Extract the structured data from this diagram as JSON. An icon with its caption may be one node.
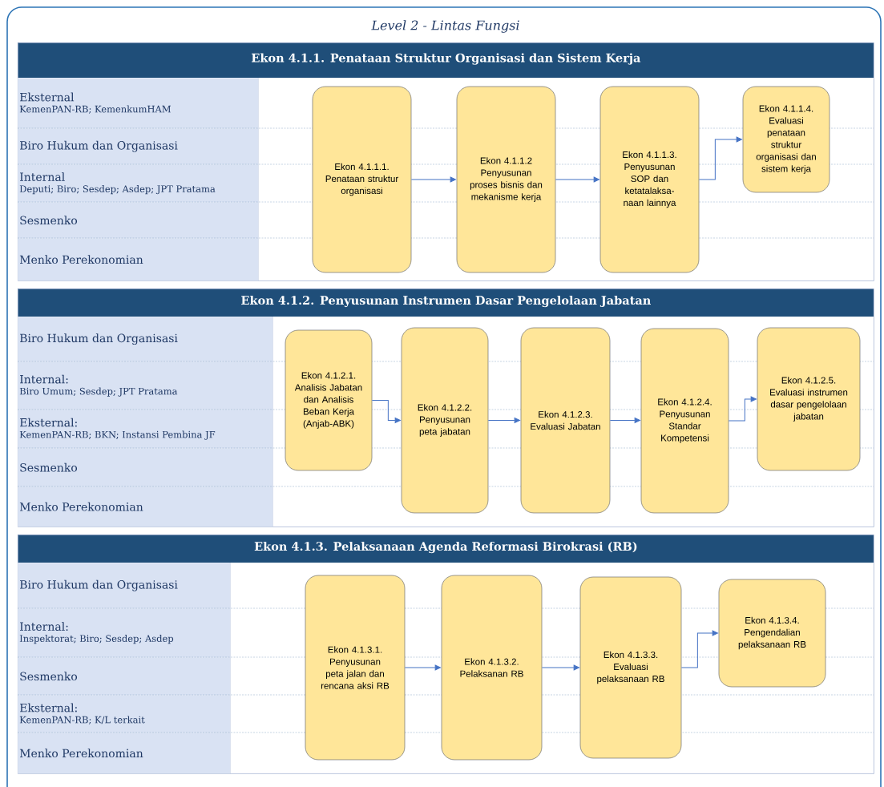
{
  "diagram": {
    "title": "Level 2 - Lintas Fungsi",
    "nodes": [
      {
        "text": [
          "Ekon 4.1.1. Penataan Struktur Organisasi dan Sistem Kerja"
        ]
      },
      {
        "text": [
          "Eksternal",
          "KemenPAN-RB; KemenkumHAM"
        ],
        "in": 0
      },
      {
        "text": [
          "Biro Hukum dan Organisasi"
        ],
        "in": 0
      },
      {
        "text": [
          "Internal",
          "Deputi; Biro; Sesdep; Asdep; JPT Pratama"
        ],
        "in": 0
      },
      {
        "text": [
          "Sesmenko"
        ],
        "in": 0
      },
      {
        "text": [
          "Menko Perekonomian"
        ],
        "in": 0
      },
      {
        "text": [
          "Ekon 4.1.1.1. Penataan struktur organisasi"
        ],
        "in": 0
      },
      {
        "text": [
          "Ekon 4.1.1.2 Penyusunan proses bisnis dan mekanisme kerja"
        ],
        "in": 0
      },
      {
        "text": [
          "Ekon 4.1.1.3. Penyusunan SOP dan ketatalaksa-naan lainnya"
        ],
        "in": 0
      },
      {
        "text": [
          "Ekon 4.1.1.4. Evaluasi penataan struktur organisasi dan sistem kerja"
        ],
        "in": 0
      },
      {
        "text": [
          "Ekon 4.1.2. Penyusunan Instrumen Dasar Pengelolaan Jabatan"
        ]
      },
      {
        "text": [
          "Biro Hukum dan Organisasi"
        ],
        "in": 10
      },
      {
        "text": [
          "Internal:",
          "Biro Umum; Sesdep; JPT Pratama"
        ],
        "in": 10
      },
      {
        "text": [
          "Eksternal:",
          "KemenPAN-RB; BKN; Instansi Pembina JF"
        ],
        "in": 10
      },
      {
        "text": [
          "Sesmenko"
        ],
        "in": 10
      },
      {
        "text": [
          "Menko Perekonomian"
        ],
        "in": 10
      },
      {
        "text": [
          "Ekon 4.1.2.1. Analisis Jabatan dan Analisis Beban Kerja (Anjab-ABK)"
        ],
        "in": 10
      },
      {
        "text": [
          "Ekon 4.1.2.2. Penyusunan peta jabatan"
        ],
        "in": 10
      },
      {
        "text": [
          "Ekon 4.1.2.3. Evaluasi Jabatan"
        ],
        "in": 10
      },
      {
        "text": [
          "Ekon 4.1.2.4. Penyusunan Standar Kompetensi"
        ],
        "in": 10
      },
      {
        "text": [
          "Ekon 4.1.2.5. Evaluasi instrumen dasar pengelolaan jabatan"
        ],
        "in": 10
      },
      {
        "text": [
          "Ekon 4.1.3. Pelaksanaan Agenda Reformasi Birokrasi (RB)"
        ]
      },
      {
        "text": [
          "Biro Hukum dan Organisasi"
        ],
        "in": 21
      },
      {
        "text": [
          "Internal:",
          "Inspektorat; Biro; Sesdep; Asdep"
        ],
        "in": 21
      },
      {
        "text": [
          "Sesmenko"
        ],
        "in": 21
      },
      {
        "text": [
          "Eksternal:",
          "KemenPAN-RB; K/L terkait"
        ],
        "in": 21
      },
      {
        "text": [
          "Menko Perekonomian"
        ],
        "in": 21
      },
      {
        "text": [
          "Ekon 4.1.3.1. Penyusunan peta jalan dan rencana aksi RB"
        ],
        "in": 21
      },
      {
        "text": [
          "Ekon 4.1.3.2. Pelaksanan RB"
        ],
        "in": 21
      },
      {
        "text": [
          "Ekon 4.1.3.3. Evaluasi pelaksanaan RB"
        ],
        "in": 21
      },
      {
        "text": [
          "Ekon 4.1.3.4. Pengendalian pelaksanaan RB"
        ],
        "in": 21
      }
    ],
    "edges": [
      {
        "from": 6,
        "to": 7,
        "arrow": "to"
      },
      {
        "from": 7,
        "to": 8,
        "arrow": "to"
      },
      {
        "from": 8,
        "to": 9,
        "arrow": "to"
      },
      {
        "from": 16,
        "to": 17,
        "arrow": "to"
      },
      {
        "from": 17,
        "to": 18,
        "arrow": "to"
      },
      {
        "from": 18,
        "to": 19,
        "arrow": "to"
      },
      {
        "from": 19,
        "to": 20,
        "arrow": "to"
      },
      {
        "from": 27,
        "to": 28,
        "arrow": "to"
      },
      {
        "from": 28,
        "to": 29,
        "arrow": "to"
      },
      {
        "from": 29,
        "to": 30,
        "arrow": "to"
      }
    ]
  }
}
